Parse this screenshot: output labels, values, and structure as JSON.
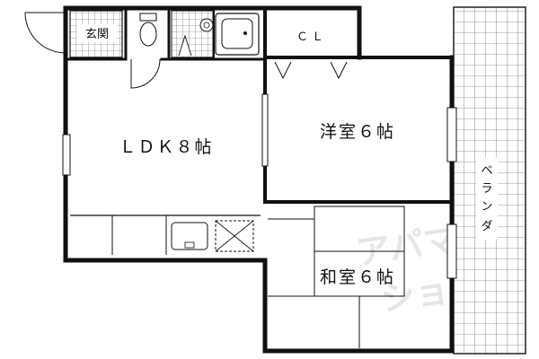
{
  "rooms": {
    "ldk": "ＬＤＫ８帖",
    "western": "洋室６帖",
    "japanese": "和室６帖",
    "closet": "ＣＬ",
    "entrance": "玄関",
    "veranda_chars": [
      "ベ",
      "ラ",
      "ン",
      "ダ"
    ]
  },
  "watermark": {
    "line1": "アパマン",
    "line2": "ショップ"
  }
}
